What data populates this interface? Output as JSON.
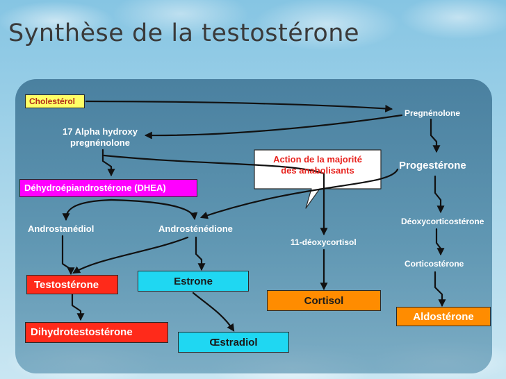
{
  "title": "Synthèse de la testostérone",
  "nodes": {
    "cholesterol": "Cholestérol",
    "pregnenolone": "Pregnénolone",
    "hydroxy_line1": "17 Alpha hydroxy",
    "hydroxy_line2": "pregnénolone",
    "progesterone": "Progestérone",
    "dhea": "Déhydroépiandrostérone (DHEA)",
    "androstanediol": "Androstanédiol",
    "androstenedione": "Androsténédione",
    "deoxycorticosterone": "Déoxycorticostérone",
    "deoxycortisol": "11-déoxycortisol",
    "corticosterone": "Corticostérone",
    "testosterone": "Testostérone",
    "estrone": "Estrone",
    "cortisol": "Cortisol",
    "aldosterone": "Aldostérone",
    "dihydrotestosterone": "Dihydrotestostérone",
    "estradiol": "Œstradiol"
  },
  "callout": {
    "line1": "Action de la majorité",
    "line2": "des anabolisants"
  },
  "colors": {
    "cholesterol_box": "#ffff66",
    "dhea_box": "#ff00ff",
    "testosterone_box": "#ff2a1a",
    "estrone_box": "#1fd7f2",
    "cortisol_box": "#ff8c00",
    "aldosterone_box": "#ff8c00",
    "dihydrotestosterone_box": "#ff2a1a",
    "estradiol_box": "#1fd7f2",
    "callout_text": "#e8231e"
  }
}
